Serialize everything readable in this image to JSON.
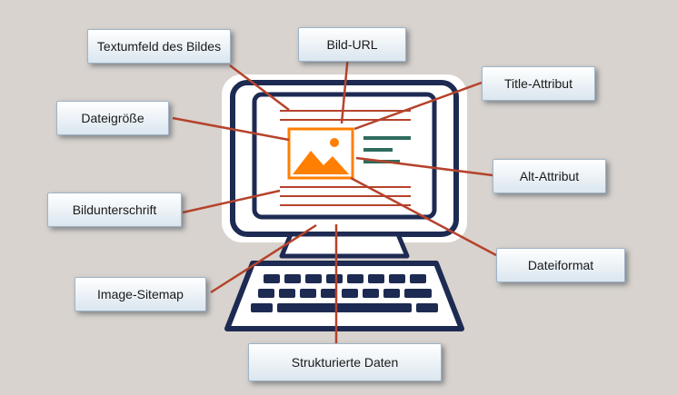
{
  "labels": {
    "textfield": "Textumfeld des Bildes",
    "url": "Bild-URL",
    "title_attr": "Title-Attribut",
    "filesize": "Dateigröße",
    "alt_attr": "Alt-Attribut",
    "caption": "Bildunterschrift",
    "format": "Dateiformat",
    "sitemap": "Image-Sitemap",
    "structured": "Strukturierte Daten"
  },
  "colors": {
    "background": "#d8d3ce",
    "monitor": "#1d2a52",
    "connector": "#b5432c",
    "image_icon": "#ff7f00",
    "text_lines": "#2e6b5e"
  }
}
